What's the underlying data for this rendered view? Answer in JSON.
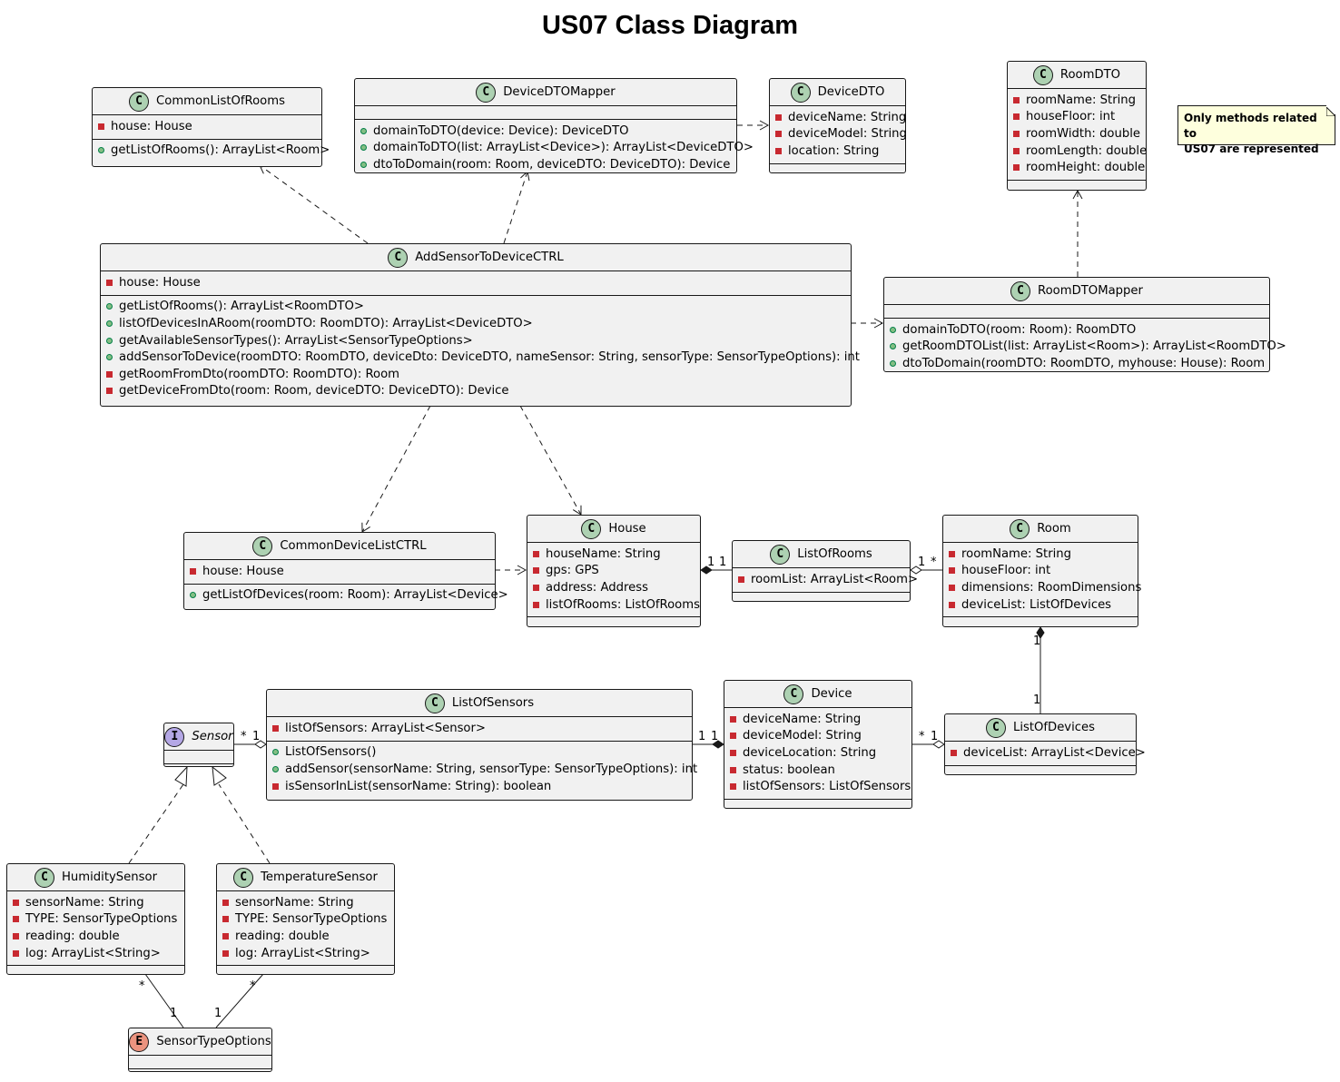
{
  "title": "US07 Class Diagram",
  "note": {
    "line1": "Only methods related to",
    "line2": "US07 are represented"
  },
  "classes": {
    "common_list_of_rooms": {
      "stereotype": "C",
      "name": "CommonListOfRooms",
      "attributes": [
        {
          "vis": "private",
          "text": "house: House"
        }
      ],
      "methods": [
        {
          "vis": "public",
          "text": "getListOfRooms(): ArrayList<Room>"
        }
      ]
    },
    "device_dto_mapper": {
      "stereotype": "C",
      "name": "DeviceDTOMapper",
      "attributes": [],
      "methods": [
        {
          "vis": "public",
          "text": "domainToDTO(device: Device): DeviceDTO"
        },
        {
          "vis": "public",
          "text": "domainToDTO(list: ArrayList<Device>): ArrayList<DeviceDTO>"
        },
        {
          "vis": "public",
          "text": "dtoToDomain(room: Room, deviceDTO: DeviceDTO): Device"
        }
      ]
    },
    "device_dto": {
      "stereotype": "C",
      "name": "DeviceDTO",
      "attributes": [
        {
          "vis": "private",
          "text": "deviceName: String"
        },
        {
          "vis": "private",
          "text": "deviceModel: String"
        },
        {
          "vis": "private",
          "text": "location: String"
        }
      ],
      "methods": []
    },
    "room_dto": {
      "stereotype": "C",
      "name": "RoomDTO",
      "attributes": [
        {
          "vis": "private",
          "text": "roomName: String"
        },
        {
          "vis": "private",
          "text": "houseFloor: int"
        },
        {
          "vis": "private",
          "text": "roomWidth: double"
        },
        {
          "vis": "private",
          "text": "roomLength: double"
        },
        {
          "vis": "private",
          "text": "roomHeight: double"
        }
      ],
      "methods": []
    },
    "add_sensor_ctrl": {
      "stereotype": "C",
      "name": "AddSensorToDeviceCTRL",
      "attributes": [
        {
          "vis": "private",
          "text": "house: House"
        }
      ],
      "methods": [
        {
          "vis": "public",
          "text": "getListOfRooms(): ArrayList<RoomDTO>"
        },
        {
          "vis": "public",
          "text": "listOfDevicesInARoom(roomDTO: RoomDTO): ArrayList<DeviceDTO>"
        },
        {
          "vis": "public",
          "text": "getAvailableSensorTypes(): ArrayList<SensorTypeOptions>"
        },
        {
          "vis": "public",
          "text": "addSensorToDevice(roomDTO: RoomDTO, deviceDto: DeviceDTO, nameSensor: String, sensorType: SensorTypeOptions): int"
        },
        {
          "vis": "private",
          "text": "getRoomFromDto(roomDTO: RoomDTO): Room"
        },
        {
          "vis": "private",
          "text": "getDeviceFromDto(room: Room, deviceDTO: DeviceDTO): Device"
        }
      ]
    },
    "room_dto_mapper": {
      "stereotype": "C",
      "name": "RoomDTOMapper",
      "attributes": [],
      "methods": [
        {
          "vis": "public",
          "text": "domainToDTO(room: Room): RoomDTO"
        },
        {
          "vis": "public",
          "text": "getRoomDTOList(list: ArrayList<Room>): ArrayList<RoomDTO>"
        },
        {
          "vis": "public",
          "text": "dtoToDomain(roomDTO: RoomDTO, myhouse: House): Room"
        }
      ]
    },
    "common_device_list_ctrl": {
      "stereotype": "C",
      "name": "CommonDeviceListCTRL",
      "attributes": [
        {
          "vis": "private",
          "text": "house: House"
        }
      ],
      "methods": [
        {
          "vis": "public",
          "text": "getListOfDevices(room: Room): ArrayList<Device>"
        }
      ]
    },
    "house": {
      "stereotype": "C",
      "name": "House",
      "attributes": [
        {
          "vis": "private",
          "text": "houseName: String"
        },
        {
          "vis": "private",
          "text": "gps: GPS"
        },
        {
          "vis": "private",
          "text": "address: Address"
        },
        {
          "vis": "private",
          "text": "listOfRooms: ListOfRooms"
        }
      ],
      "methods": []
    },
    "list_of_rooms": {
      "stereotype": "C",
      "name": "ListOfRooms",
      "attributes": [
        {
          "vis": "private",
          "text": "roomList: ArrayList<Room>"
        }
      ],
      "methods": []
    },
    "room": {
      "stereotype": "C",
      "name": "Room",
      "attributes": [
        {
          "vis": "private",
          "text": "roomName: String"
        },
        {
          "vis": "private",
          "text": "houseFloor: int"
        },
        {
          "vis": "private",
          "text": "dimensions: RoomDimensions"
        },
        {
          "vis": "private",
          "text": "deviceList: ListOfDevices"
        }
      ],
      "methods": []
    },
    "sensor": {
      "stereotype": "I",
      "name": "Sensor",
      "italic": true,
      "attributes": [],
      "methods": []
    },
    "list_of_sensors": {
      "stereotype": "C",
      "name": "ListOfSensors",
      "attributes": [
        {
          "vis": "private",
          "text": "listOfSensors: ArrayList<Sensor>"
        }
      ],
      "methods": [
        {
          "vis": "public",
          "text": "ListOfSensors()"
        },
        {
          "vis": "public",
          "text": "addSensor(sensorName: String, sensorType: SensorTypeOptions): int"
        },
        {
          "vis": "private",
          "text": "isSensorInList(sensorName: String): boolean"
        }
      ]
    },
    "device": {
      "stereotype": "C",
      "name": "Device",
      "attributes": [
        {
          "vis": "private",
          "text": "deviceName: String"
        },
        {
          "vis": "private",
          "text": "deviceModel: String"
        },
        {
          "vis": "private",
          "text": "deviceLocation: String"
        },
        {
          "vis": "private",
          "text": "status: boolean"
        },
        {
          "vis": "private",
          "text": "listOfSensors: ListOfSensors"
        }
      ],
      "methods": []
    },
    "list_of_devices": {
      "stereotype": "C",
      "name": "ListOfDevices",
      "attributes": [
        {
          "vis": "private",
          "text": "deviceList: ArrayList<Device>"
        }
      ],
      "methods": []
    },
    "humidity_sensor": {
      "stereotype": "C",
      "name": "HumiditySensor",
      "attributes": [
        {
          "vis": "private",
          "text": "sensorName: String"
        },
        {
          "vis": "private",
          "text": "TYPE: SensorTypeOptions"
        },
        {
          "vis": "private",
          "text": "reading: double"
        },
        {
          "vis": "private",
          "text": "log: ArrayList<String>"
        }
      ],
      "methods": []
    },
    "temperature_sensor": {
      "stereotype": "C",
      "name": "TemperatureSensor",
      "attributes": [
        {
          "vis": "private",
          "text": "sensorName: String"
        },
        {
          "vis": "private",
          "text": "TYPE: SensorTypeOptions"
        },
        {
          "vis": "private",
          "text": "reading: double"
        },
        {
          "vis": "private",
          "text": "log: ArrayList<String>"
        }
      ],
      "methods": []
    },
    "sensor_type_options": {
      "stereotype": "E",
      "name": "SensorTypeOptions",
      "attributes": [],
      "methods": []
    }
  },
  "multiplicities": {
    "house_lor_house": "1",
    "house_lor_lor": "1",
    "lor_room_lor": "1",
    "lor_room_room": "*",
    "room_lod_room": "1",
    "room_lod_lod": "1",
    "dev_lod_dev": "*",
    "dev_lod_lod": "1",
    "los_dev_los": "1",
    "los_dev_dev": "1",
    "sen_los_sen": "*",
    "sen_los_los": "1",
    "hum_sto_hum": "*",
    "hum_sto_sto": "1",
    "tmp_sto_tmp": "*",
    "tmp_sto_sto": "1"
  }
}
